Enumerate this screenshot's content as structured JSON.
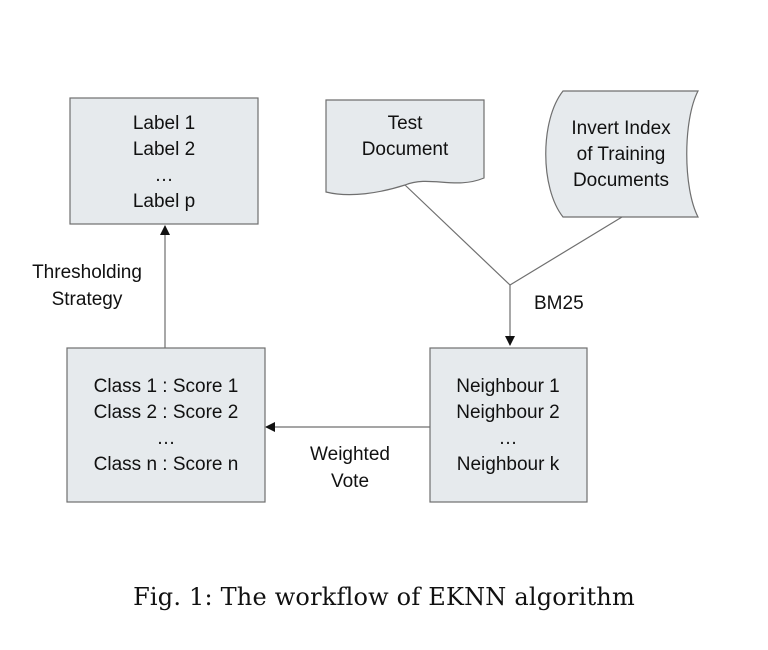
{
  "colors": {
    "box_fill": "#e6eaed",
    "box_stroke": "#6f6f6f",
    "line": "#6f6f6f",
    "text": "#111111"
  },
  "nodes": {
    "labels": {
      "lines": [
        "Label 1",
        "Label 2",
        "…",
        "Label p"
      ]
    },
    "test_document": {
      "lines": [
        "Test",
        "Document"
      ]
    },
    "invert_index": {
      "lines": [
        "Invert Index",
        "of Training",
        "Documents"
      ]
    },
    "classes": {
      "lines": [
        "Class 1 : Score 1",
        "Class 2 : Score 2",
        "…",
        "Class n : Score n"
      ]
    },
    "neighbours": {
      "lines": [
        "Neighbour 1",
        "Neighbour 2",
        "…",
        "Neighbour k"
      ]
    }
  },
  "edges": {
    "bm25": "BM25",
    "weighted_vote": [
      "Weighted",
      "Vote"
    ],
    "thresholding": [
      "Thresholding",
      "Strategy"
    ]
  },
  "caption": "Fig. 1: The workflow of EKNN algorithm"
}
